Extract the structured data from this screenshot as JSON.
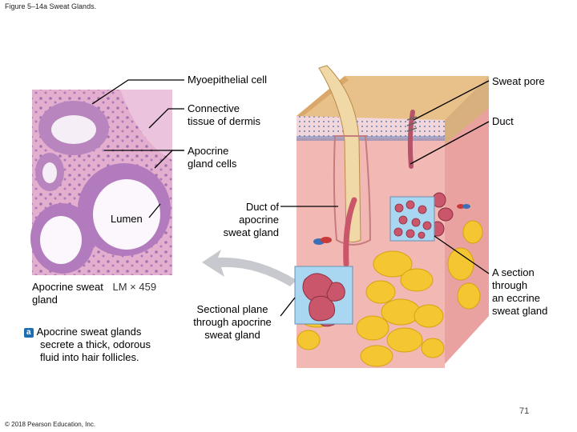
{
  "figure_title": "Figure 5–14a Sweat Glands.",
  "labels": {
    "myoepithelial": "Myoepithelial cell",
    "connective_1": "Connective",
    "connective_2": "tissue of dermis",
    "apocrine_cells_1": "Apocrine",
    "apocrine_cells_2": "gland cells",
    "lumen": "Lumen",
    "apocrine_gland_1": "Apocrine sweat",
    "apocrine_gland_2": "gland",
    "magnification": "LM × 459",
    "duct_apocrine_1": "Duct of",
    "duct_apocrine_2": "apocrine",
    "duct_apocrine_3": "sweat gland",
    "sectional_1": "Sectional plane",
    "sectional_2": "through apocrine",
    "sectional_3": "sweat gland",
    "sweat_pore": "Sweat pore",
    "duct": "Duct",
    "eccrine_1": "A section",
    "eccrine_2": "through",
    "eccrine_3": "an eccrine",
    "eccrine_4": "sweat gland"
  },
  "caption": {
    "badge": "a",
    "line1": "Apocrine sweat glands",
    "line2": "secrete a thick, odorous",
    "line3": "fluid into hair follicles."
  },
  "copyright": "© 2018 Pearson Education, Inc.",
  "page_number": "71",
  "colors": {
    "tissue_pink": "#d98fb4",
    "dermis": "#f2b9b4",
    "epidermis": "#e8c08a",
    "fat": "#f3c632",
    "gland": "#c9566a",
    "inset_blue": "#a9d6f0"
  }
}
